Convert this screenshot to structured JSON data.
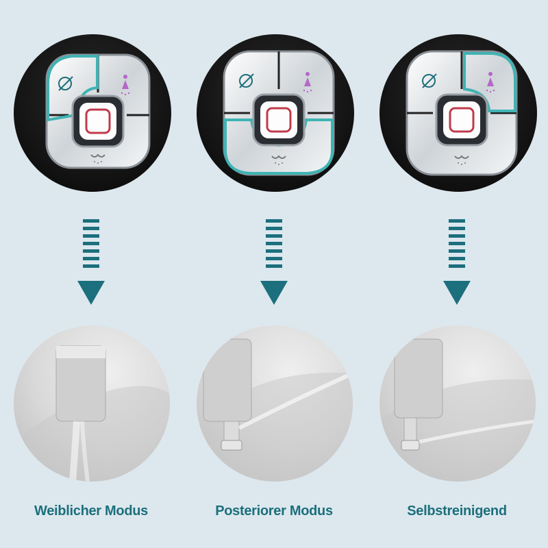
{
  "modes": [
    {
      "label": "Weiblicher Modus",
      "highlight": "front-left"
    },
    {
      "label": "Posteriorer Modus",
      "highlight": "rear-bottom"
    },
    {
      "label": "Selbstreinigend",
      "highlight": "front-right"
    }
  ],
  "colors": {
    "background": "#dde8ee",
    "accent": "#1c6f7c",
    "highlight": "#3fb3b3",
    "center_button": "#c03a4a",
    "female_icon": "#b567c8"
  },
  "icons": [
    "rear-wash-icon",
    "female-wash-icon",
    "self-clean-icon",
    "power-button-icon"
  ]
}
